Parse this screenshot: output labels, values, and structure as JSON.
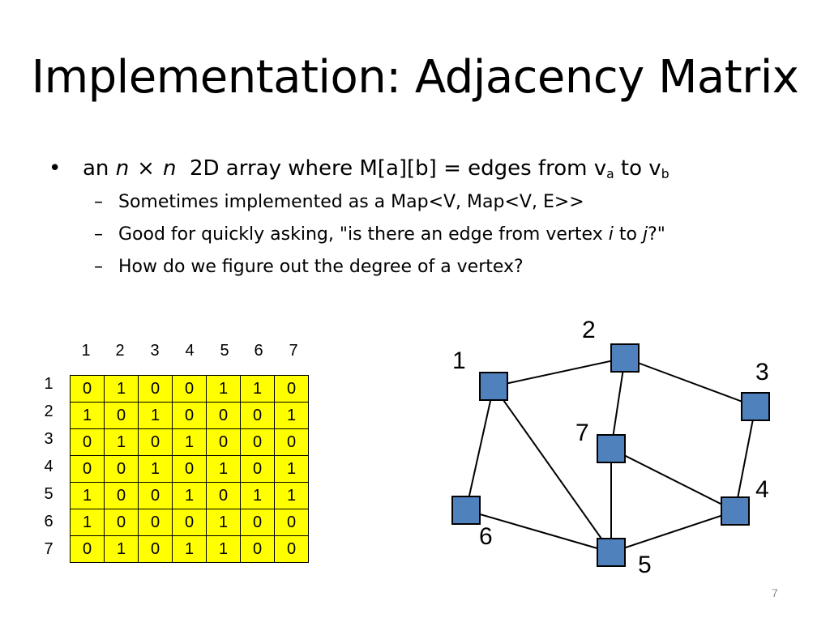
{
  "title": "Implementation: Adjacency Matrix",
  "bullet": {
    "pre": "an",
    "n1": "n",
    "times": "×",
    "n2": "n",
    "post1": "2D array where M[a][b] = edges from v",
    "sub_a": "a",
    "post2": "to v",
    "sub_b": "b"
  },
  "sub_bullets": {
    "s1": "Sometimes implemented as a Map<V, Map<V, E>>",
    "s2_pre": "Good for quickly asking, \"is there an edge from vertex",
    "s2_i": "i",
    "s2_mid": "to",
    "s2_j": "j",
    "s2_post": "?\"",
    "s3": "How do we figure out the degree of a vertex?"
  },
  "matrix": {
    "col_labels": [
      "1",
      "2",
      "3",
      "4",
      "5",
      "6",
      "7"
    ],
    "row_labels": [
      "1",
      "2",
      "3",
      "4",
      "5",
      "6",
      "7"
    ],
    "rows": [
      [
        "0",
        "1",
        "0",
        "0",
        "1",
        "1",
        "0"
      ],
      [
        "1",
        "0",
        "1",
        "0",
        "0",
        "0",
        "1"
      ],
      [
        "0",
        "1",
        "0",
        "1",
        "0",
        "0",
        "0"
      ],
      [
        "0",
        "0",
        "1",
        "0",
        "1",
        "0",
        "1"
      ],
      [
        "1",
        "0",
        "0",
        "1",
        "0",
        "1",
        "1"
      ],
      [
        "1",
        "0",
        "0",
        "0",
        "1",
        "0",
        "0"
      ],
      [
        "0",
        "1",
        "0",
        "1",
        "1",
        "0",
        "0"
      ]
    ]
  },
  "graph": {
    "node_labels": [
      "1",
      "2",
      "3",
      "4",
      "5",
      "6",
      "7"
    ],
    "node_color": "#4f81bd",
    "edges": [
      [
        1,
        2
      ],
      [
        1,
        5
      ],
      [
        1,
        6
      ],
      [
        2,
        3
      ],
      [
        2,
        7
      ],
      [
        3,
        4
      ],
      [
        4,
        5
      ],
      [
        4,
        7
      ],
      [
        5,
        6
      ],
      [
        5,
        7
      ]
    ]
  },
  "page_number": "7"
}
